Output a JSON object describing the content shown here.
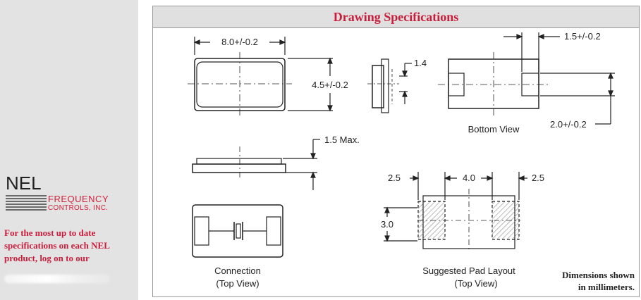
{
  "brand": {
    "logo_nel": "NEL",
    "logo_line1": "FREQUENCY",
    "logo_line2": "CONTROLS, INC.",
    "accent_color": "#c81e3c"
  },
  "sidebar": {
    "promo_line1": "For the most up to date",
    "promo_line2": "specifications on each NEL",
    "promo_line3": "product, log on to our"
  },
  "panel": {
    "title": "Drawing Specifications"
  },
  "dims": {
    "length": "8.0+/-0.2",
    "width": "4.5+/-0.2",
    "terminal": "1.4",
    "pad_length": "1.5+/-0.2",
    "pad_width": "2.0+/-0.2",
    "height": "1.5 Max.",
    "pad_left": "2.5",
    "pad_gap": "4.0",
    "pad_right": "2.5",
    "pad_height": "3.0"
  },
  "captions": {
    "bottom_view": "Bottom View",
    "connection_1": "Connection",
    "connection_2": "(Top View)",
    "pad_layout_1": "Suggested Pad Layout",
    "pad_layout_2": "(Top View)",
    "units_1": "Dimensions shown",
    "units_2": "in millimeters."
  }
}
